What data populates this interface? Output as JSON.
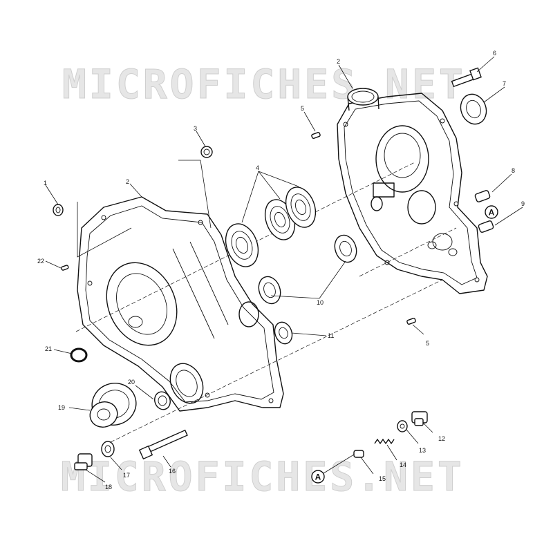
{
  "watermark": {
    "top": "MICROFICHES.NET",
    "bottom": "MICROFICHES.NET"
  },
  "callouts": {
    "n1": "1",
    "n2a": "2",
    "n2b": "2",
    "n3": "3",
    "n4": "4",
    "n5a": "5",
    "n5b": "5",
    "n6": "6",
    "n7": "7",
    "n8": "8",
    "n9": "9",
    "n10": "10",
    "n11": "11",
    "n12": "12",
    "n13": "13",
    "n14": "14",
    "n15": "15",
    "n16": "16",
    "n17": "17",
    "n18": "18",
    "n19": "19",
    "n20": "20",
    "n21": "21",
    "n22": "22"
  },
  "reference_marks": {
    "a_top": "A",
    "a_bottom": "A"
  }
}
